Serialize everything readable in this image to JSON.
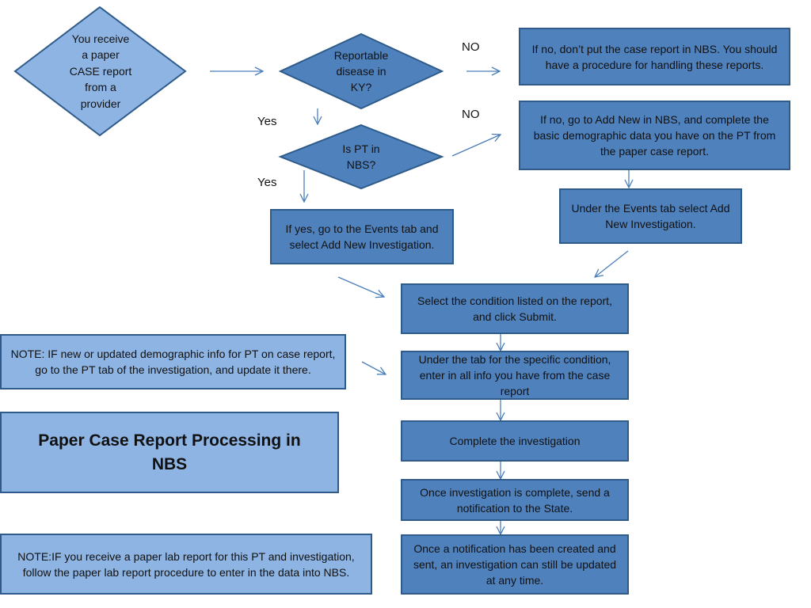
{
  "diagram": {
    "start": "You receive\na paper\nCASE report\nfrom a\nprovider",
    "decision_reportable": "Reportable\ndisease in\nKY?",
    "decision_pt_in_nbs": "Is PT in\nNBS?",
    "label_no_1": "NO",
    "label_no_2": "NO",
    "label_yes_1": "Yes",
    "label_yes_2": "Yes",
    "box_not_reportable": "If no, don’t put the case report in NBS. You should have a procedure for handling these reports.",
    "box_add_new_pt": "If no, go to Add New in NBS, and complete the basic demographic data you have on the PT from the paper case report.",
    "box_events_tab_select": "Under the Events tab select Add New Investigation.",
    "box_yes_events_tab": "If yes, go to the Events tab and select Add New Investigation.",
    "box_select_condition": "Select the condition listed on the report, and click Submit.",
    "box_condition_tab": "Under the tab for the specific condition, enter in all info you have from the case report",
    "box_complete": "Complete the investigation",
    "box_notification": "Once investigation is complete, send a notification to the  State.",
    "box_updated": "Once a notification has been created and sent, an investigation can still be updated at any time.",
    "note_demographic": "NOTE: IF new or updated demographic info for PT on case report, go to the PT tab of the investigation, and update it there.",
    "title": "Paper Case Report Processing in NBS",
    "note_lab": "NOTE:IF you receive a paper lab report for this PT and investigation, follow the paper lab report procedure to enter in the data into NBS."
  },
  "colors": {
    "dark_fill": "#4f81bd",
    "light_fill": "#8eb4e3",
    "border": "#2e5b8a",
    "arrow": "#4a7ebb"
  }
}
